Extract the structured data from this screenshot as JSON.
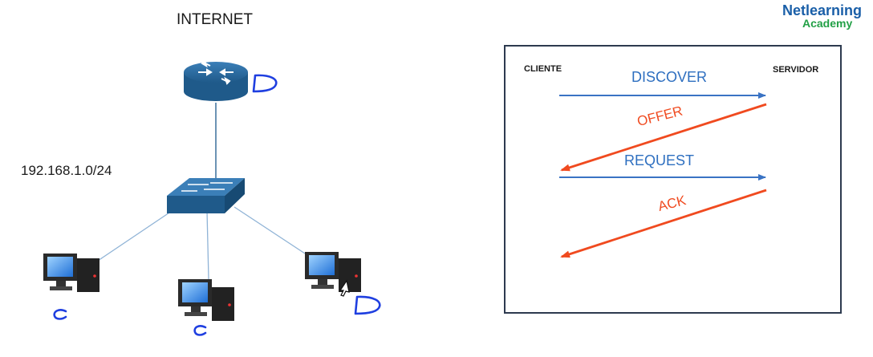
{
  "network": {
    "internet_label": "INTERNET",
    "subnet_label": "192.168.1.0/24",
    "router": {
      "icon": "router-icon",
      "annotation": "D"
    },
    "switch": {
      "icon": "switch-icon"
    },
    "hosts": [
      {
        "icon": "desktop-computer-icon",
        "annotation": "C"
      },
      {
        "icon": "desktop-computer-icon",
        "annotation": "C"
      },
      {
        "icon": "desktop-computer-icon",
        "annotation": "D"
      }
    ]
  },
  "dhcp_exchange": {
    "client_label": "CLIENTE",
    "server_label": "SERVIDOR",
    "messages": [
      {
        "label": "DISCOVER",
        "direction": "client-to-server",
        "color": "#3a73c4"
      },
      {
        "label": "OFFER",
        "direction": "server-to-client",
        "color": "#f04a1f"
      },
      {
        "label": "REQUEST",
        "direction": "client-to-server",
        "color": "#3a73c4"
      },
      {
        "label": "ACK",
        "direction": "server-to-client",
        "color": "#f04a1f"
      }
    ]
  },
  "logo": {
    "line1": "Netlearning",
    "line2": "Academy"
  },
  "colors": {
    "network_device": "#1f5a8a",
    "annotation_ink": "#1f3fe0",
    "frame": "#2d3a4f"
  }
}
